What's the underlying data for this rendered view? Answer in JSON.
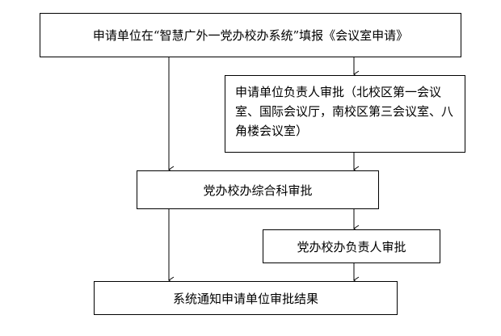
{
  "flow": {
    "step_apply": "申请单位在“智慧广外一党办校办系统”填报《会议室申请》",
    "step_dept_approval": "申请单位负责人审批（北校区第一会议室、国际会议厅，南校区第三会议室、八角楼会议室）",
    "step_office_approval": "党办校办综合科审批",
    "step_office_head_approval": "党办校办负责人审批",
    "step_notify": "系统通知申请单位审批结果"
  },
  "colors": {
    "stroke": "#000000",
    "background": "#ffffff"
  }
}
